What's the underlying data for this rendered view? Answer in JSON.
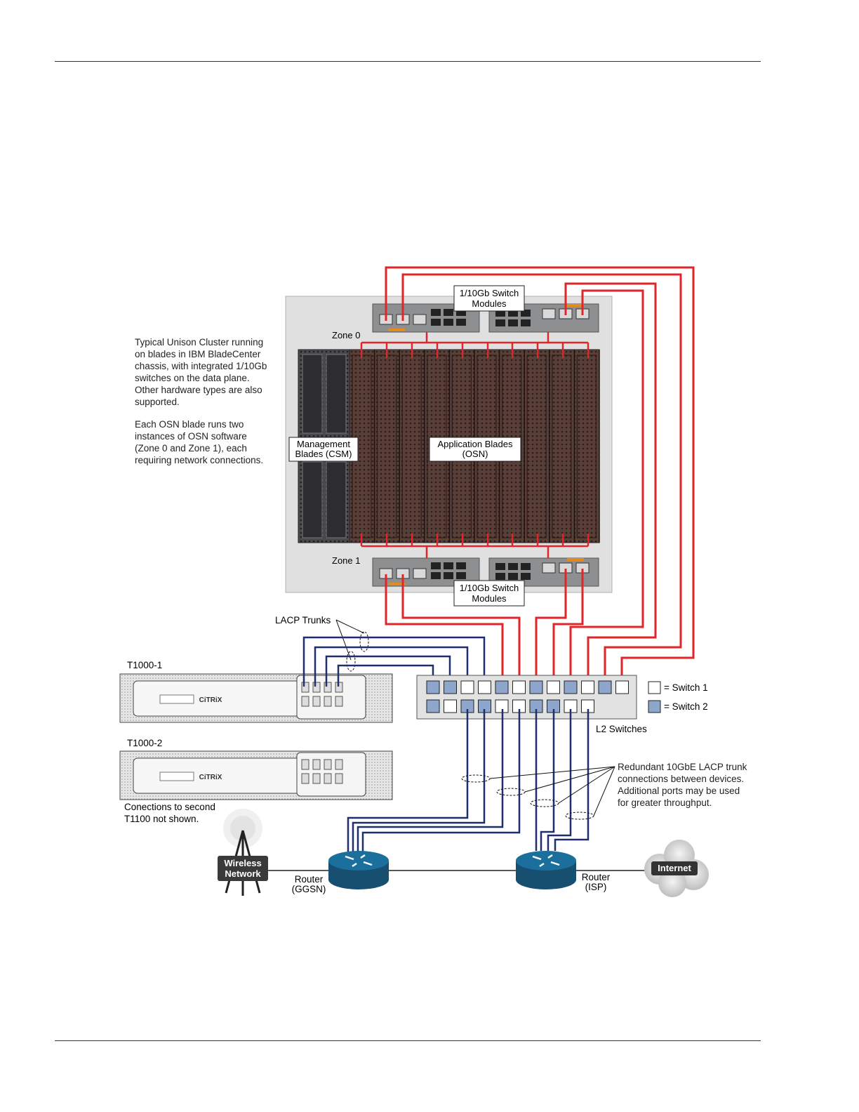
{
  "description_text": {
    "paragraph1": "Typical Unison Cluster running\non blades in IBM BladeCenter\nchassis, with integrated 1/10Gb\nswitches on the data plane.\nOther hardware types are also\nsupported.",
    "paragraph2": "Each OSN blade runs two\ninstances of OSN software\n(Zone 0 and Zone 1), each\nrequiring network connections."
  },
  "chassis": {
    "switch_label_line1": "1/10Gb Switch",
    "switch_label_line2": "Modules",
    "zone0": "Zone 0",
    "zone1": "Zone 1",
    "mgmt_label_line1": "Management",
    "mgmt_label_line2": "Blades (CSM)",
    "app_label_line1": "Application Blades",
    "app_label_line2": "(OSN)"
  },
  "lacp_trunks_label": "LACP Trunks",
  "appliances": {
    "t1000_1": "T1000-1",
    "t1000_2": "T1000-2",
    "brand": "CiTRiX",
    "note_line1": "Conections to second",
    "note_line2": "T1100 not shown."
  },
  "legend": {
    "switch1": "= Switch 1",
    "switch2": "= Switch 2",
    "switch1_color": "#ffffff",
    "switch2_color": "#8fa6cc"
  },
  "l2_switches_label": "L2 Switches",
  "redundant_note": "Redundant 10GbE LACP trunk\nconnections between devices.\nAdditional ports may be used\nfor greater throughput.",
  "network": {
    "wireless_line1": "Wireless",
    "wireless_line2": "Network",
    "router_ggsn_line1": "Router",
    "router_ggsn_line2": "(GGSN)",
    "router_isp_line1": "Router",
    "router_isp_line2": "(ISP)",
    "internet": "Internet"
  },
  "colors": {
    "red_link": "#e0262a",
    "blue_link": "#1f2f6b",
    "router": "#1b6f9c"
  }
}
